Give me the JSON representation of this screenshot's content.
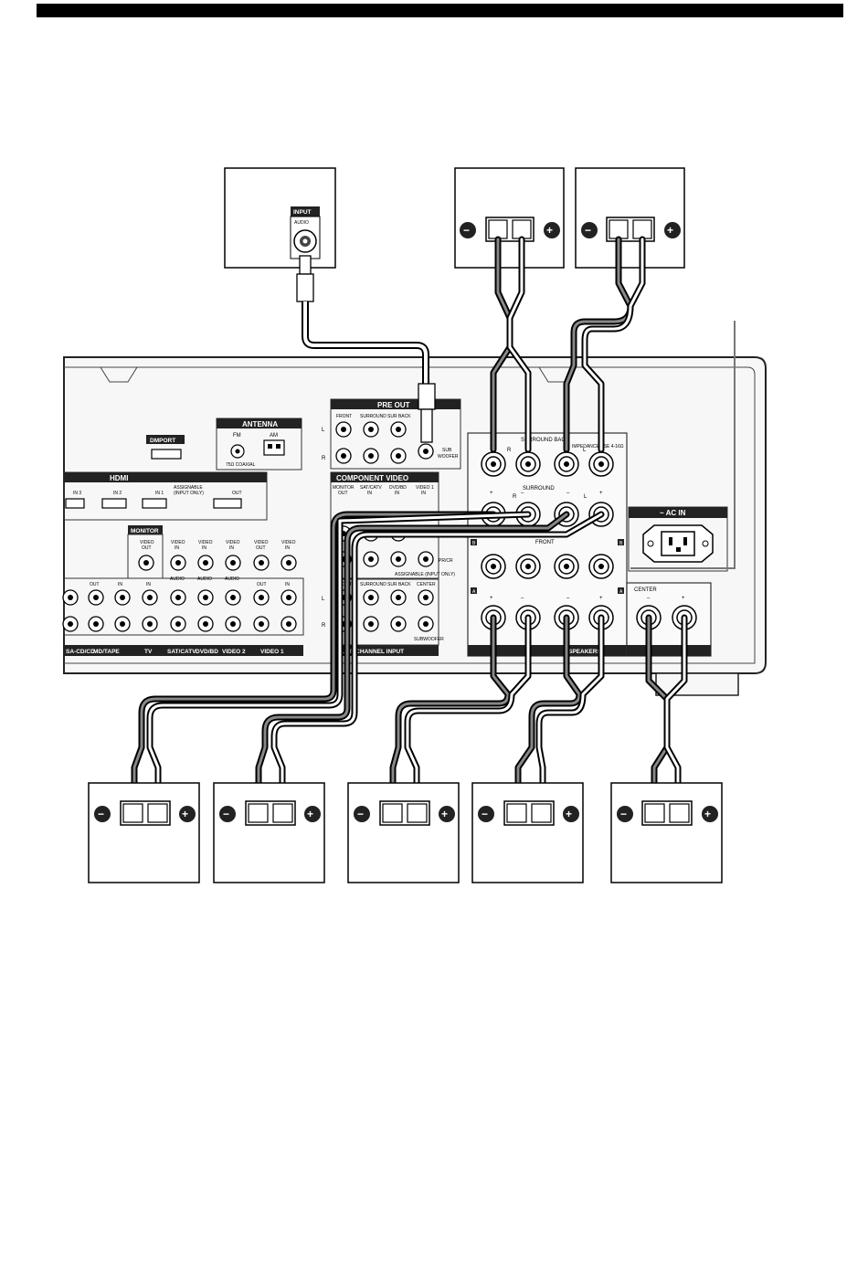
{
  "header": {
    "bar_color": "#000000"
  },
  "subwoofer_box": {
    "panel": "INPUT",
    "jack": "AUDIO"
  },
  "antenna": {
    "title": "ANTENNA",
    "fm": "FM",
    "fm_note": "75Ω COAXIAL",
    "am": "AM"
  },
  "dmport": {
    "label": "DMPORT"
  },
  "hdmi": {
    "title": "HDMI",
    "in3": "IN 3",
    "in2": "IN 2",
    "in1": "IN 1",
    "assignable": "ASSIGNABLE",
    "assignable_note": "(INPUT ONLY)",
    "out": "OUT"
  },
  "pre_out": {
    "title": "PRE OUT",
    "front": "FRONT",
    "surround": "SURROUND",
    "sur_back": "SUR BACK",
    "sub": "SUB",
    "woofer": "WOOFER",
    "L": "L",
    "R": "R"
  },
  "component_video": {
    "title": "COMPONENT VIDEO",
    "monitor": "MONITOR",
    "monitor_out": "OUT",
    "satcatv": "SAT/CATV",
    "satcatv_in": "IN",
    "dvdbd": "DVD/BD",
    "dvdbd_in": "IN",
    "video1": "VIDEO 1",
    "video1_in": "IN",
    "pr_cr": "PR/CR",
    "assignable": "ASSIGNABLE (INPUT ONLY)"
  },
  "multi_channel": {
    "title": "MULTI CHANNEL INPUT",
    "front": "FRONT",
    "surround": "SURROUND",
    "sur_back": "SUR BACK",
    "center": "CENTER",
    "subwoofer": "SUBWOOFER",
    "L": "L",
    "R": "R"
  },
  "speakers": {
    "title": "SPEAKERS",
    "impedance": "IMPEDANCE USE 4-16Ω",
    "surround_back": "SURROUND BACK",
    "surround": "SURROUND",
    "front": "FRONT",
    "center": "CENTER",
    "plus": "+",
    "minus": "–",
    "R": "R",
    "L": "L",
    "A": "A",
    "B": "B"
  },
  "ac_in": {
    "label": "~ AC IN"
  },
  "monitor_block": {
    "title": "MONITOR",
    "video_out_line1": "VIDEO",
    "video_out_line2": "OUT"
  },
  "av_inputs": {
    "video": "VIDEO",
    "in": "IN",
    "audio": "AUDIO",
    "out": "OUT",
    "sacd": "SA-CD/CD",
    "mdtape": "MD/TAPE",
    "tv": "TV",
    "satcatv": "SAT/CATV",
    "dvdbd": "DVD/BD",
    "video2": "VIDEO 2",
    "video1": "VIDEO 1"
  },
  "speaker_symbols": {
    "minus": "−",
    "plus": "+"
  }
}
